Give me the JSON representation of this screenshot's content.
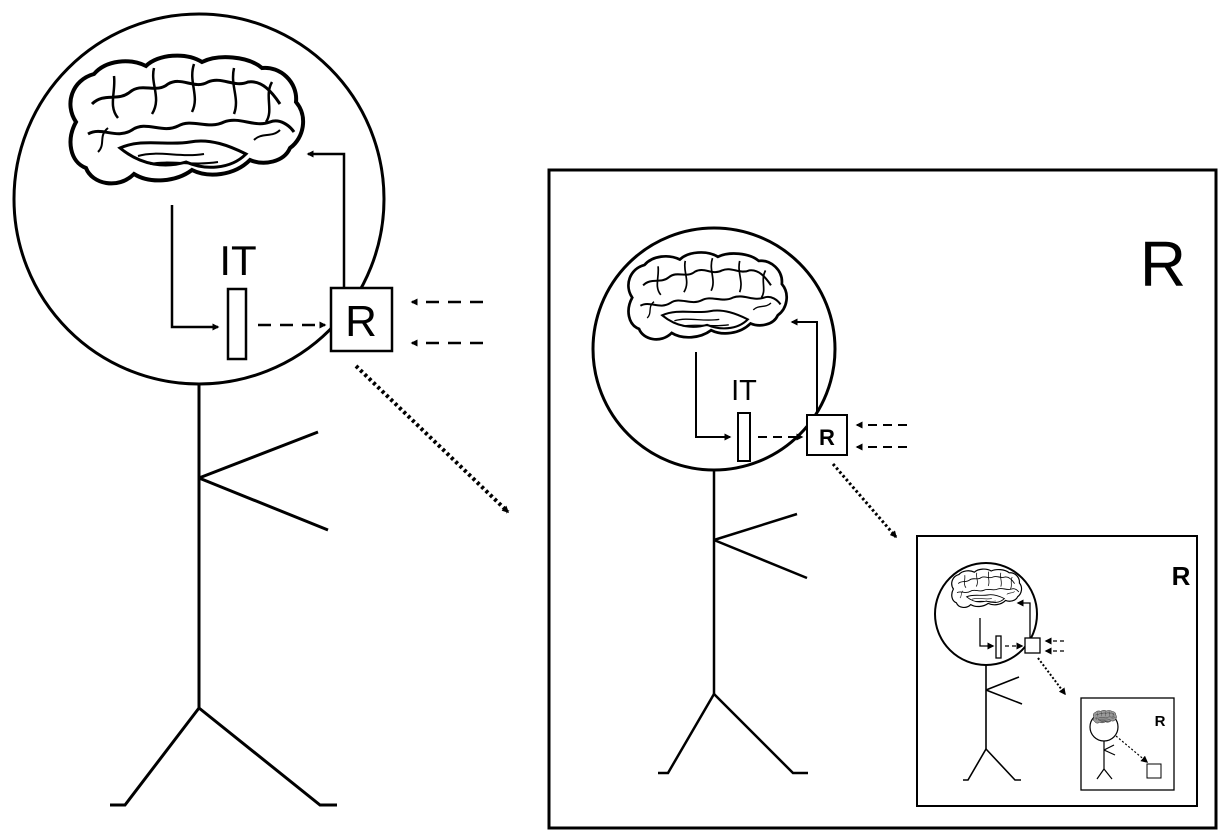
{
  "figure": {
    "brain_region_label": "IT",
    "representation_label": "R",
    "panel_label": "R",
    "ink_color": "#000000",
    "brain_fill": "#ffffff",
    "tiny_brain_fill": "#9a9a9a",
    "level_count": 4
  }
}
